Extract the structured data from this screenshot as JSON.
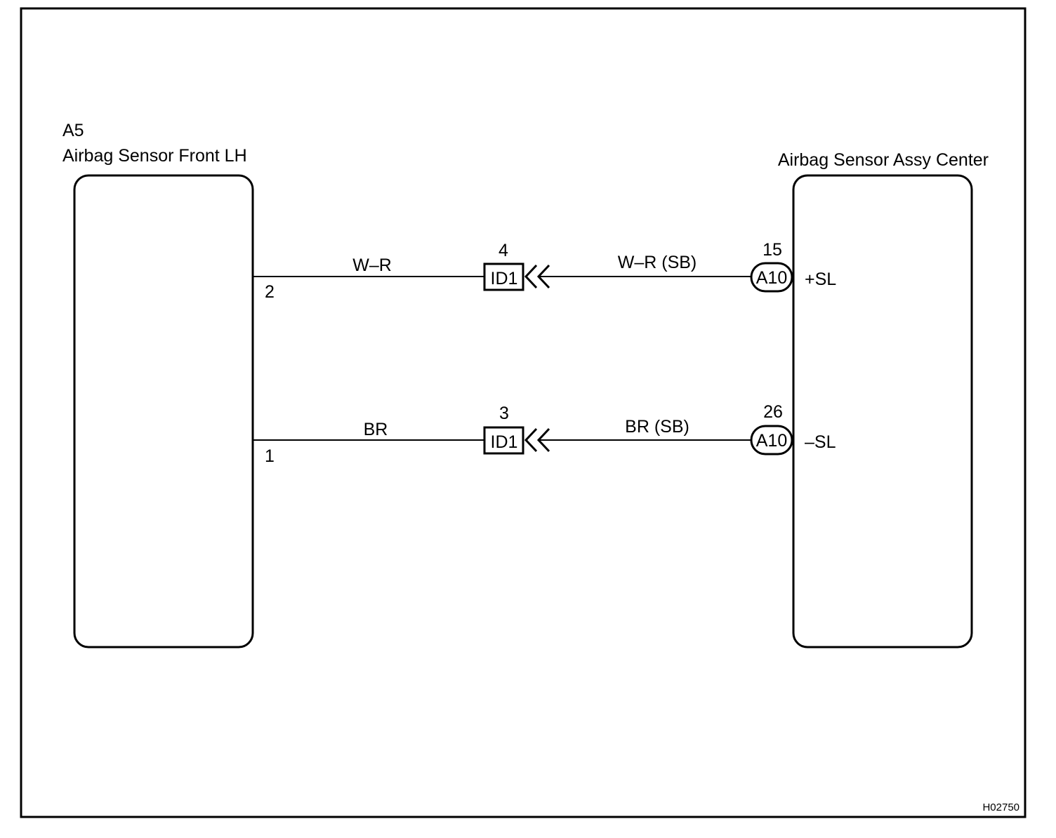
{
  "left_component": {
    "code": "A5",
    "name": "Airbag Sensor Front LH"
  },
  "right_component": {
    "name": "Airbag Sensor Assy Center"
  },
  "wires": [
    {
      "left_pin": "2",
      "left_color": "W–R",
      "junction_connector": "ID1",
      "junction_pin": "4",
      "right_color": "W–R (SB)",
      "right_connector": "A10",
      "right_pin": "15",
      "terminal": "+SL"
    },
    {
      "left_pin": "1",
      "left_color": "BR",
      "junction_connector": "ID1",
      "junction_pin": "3",
      "right_color": "BR (SB)",
      "right_connector": "A10",
      "right_pin": "26",
      "terminal": "–SL"
    }
  ],
  "figure_code": "H02750"
}
